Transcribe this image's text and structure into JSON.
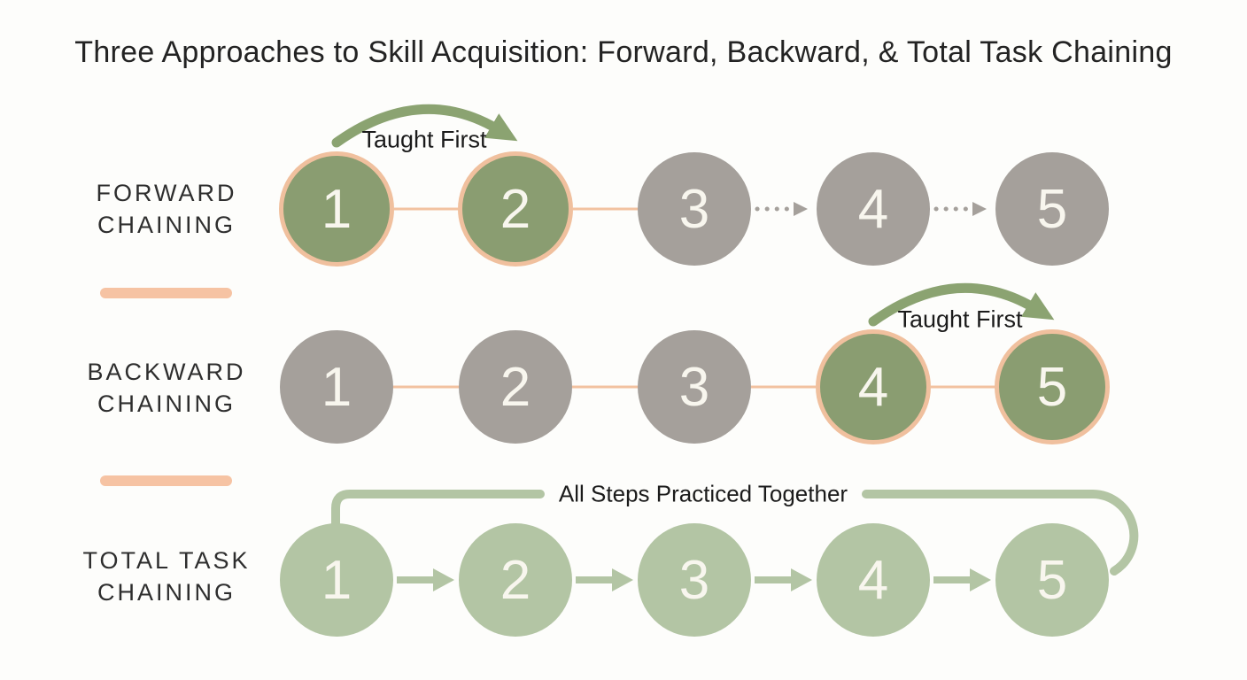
{
  "title": "Three Approaches to Skill Acquisition: Forward, Backward, & Total Task Chaining",
  "colors": {
    "taught_green": "#8a9d71",
    "practiced_light_green": "#b3c5a4",
    "untaught_gray": "#a5a09b",
    "peach_accent": "#f6c3a3",
    "peach_ring": "#f0c09e",
    "arrow_green": "#8ba371",
    "text_dark": "#232323"
  },
  "rows": [
    {
      "label_line1": "FORWARD",
      "label_line2": "CHAINING",
      "annotation": "Taught First",
      "steps": [
        "1",
        "2",
        "3",
        "4",
        "5"
      ],
      "taught_steps": [
        "1",
        "2"
      ]
    },
    {
      "label_line1": "BACKWARD",
      "label_line2": "CHAINING",
      "annotation": "Taught First",
      "steps": [
        "1",
        "2",
        "3",
        "4",
        "5"
      ],
      "taught_steps": [
        "4",
        "5"
      ]
    },
    {
      "label_line1": "TOTAL TASK",
      "label_line2": "CHAINING",
      "annotation": "All Steps Practiced Together",
      "steps": [
        "1",
        "2",
        "3",
        "4",
        "5"
      ],
      "taught_steps": [
        "1",
        "2",
        "3",
        "4",
        "5"
      ]
    }
  ]
}
